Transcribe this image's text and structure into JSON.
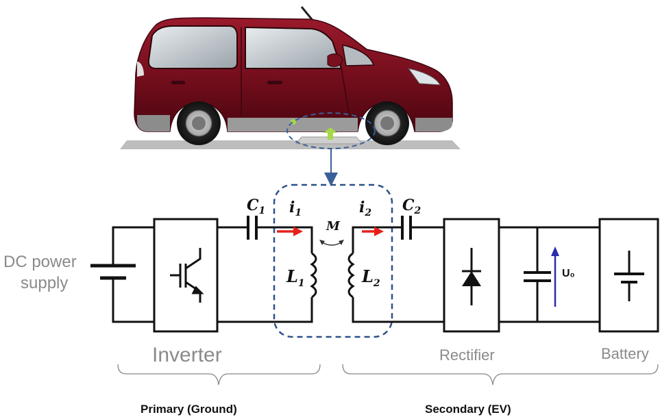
{
  "labels": {
    "dc_supply_line1": "DC power",
    "dc_supply_line2": "supply",
    "inverter": "Inverter",
    "rectifier": "Rectifier",
    "battery": "Battery",
    "primary_side": "Primary (Ground)",
    "secondary_side": "Secondary (EV)",
    "c1": "C",
    "c1_sub": "1",
    "c2": "C",
    "c2_sub": "2",
    "i1": "i",
    "i1_sub": "1",
    "i2": "i",
    "i2_sub": "2",
    "l1": "L",
    "l1_sub": "1",
    "l2": "L",
    "l2_sub": "2",
    "mutual": "M",
    "u0": "U₀"
  },
  "colors": {
    "car_body": "#7a0f1f",
    "current_arrow": "#e8201a",
    "voltage_arrow": "#2b2bb0",
    "dashed_box": "#2b4f8a",
    "label_gray": "#8a8a8a"
  }
}
